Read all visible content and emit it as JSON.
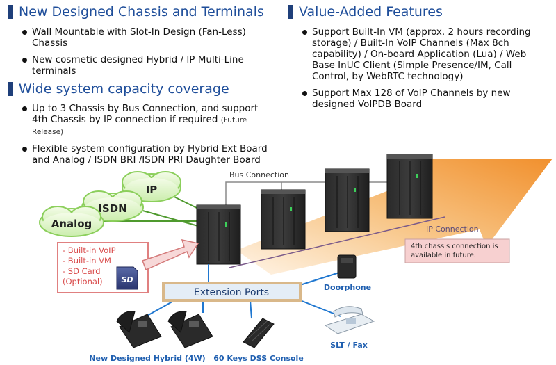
{
  "left_section": {
    "heading1": "New Designed Chassis and Terminals",
    "bullets1": [
      "Wall Mountable with Slot-In Design (Fan-Less) Chassis",
      "New cosmetic designed Hybrid / IP Multi-Line terminals"
    ],
    "heading2": "Wide system capacity coverage",
    "bullet2a": "Up to 3 Chassis by Bus Connection, and support 4th Chassis by IP connection if required",
    "bullet2a_note": "(Future Release)",
    "bullet2b": "Flexible system configuration by Hybrid Ext Board and Analog / ISDN BRI /ISDN PRI Daughter Board"
  },
  "right_section": {
    "heading": "Value-Added Features",
    "bullets": [
      "Support Built-In VM (approx. 2 hours recording storage) / Built-In VoIP Channels (Max 8ch capability) / On-board Application (Lua) / Web Base InUC Client (Simple Presence/IM, Call Control, by WebRTC technology)",
      "Support Max 128 of VoIP Channels by new designed VoIPDB Board"
    ]
  },
  "diagram": {
    "clouds": [
      "IP",
      "ISDN",
      "Analog"
    ],
    "bus_connection": "Bus Connection",
    "ip_connection": "IP Connection",
    "future_note_line1": "4th chassis connection is",
    "future_note_line2": "available in future.",
    "builtin_lines": [
      "- Built-in VoIP",
      "- Built-in VM",
      "- SD Card",
      "  (Optional)"
    ],
    "sd_label": "SD",
    "extension_ports": "Extension Ports",
    "devices": {
      "doorphone": "Doorphone",
      "slt_fax": "SLT / Fax",
      "hybrid": "New Designed Hybrid (4W)",
      "dss": "60 Keys DSS Console"
    }
  },
  "colors": {
    "heading": "#1f4e9a",
    "arrow": "#f2a24a",
    "accent_blue": "#1f77d0",
    "note_bg": "#f7d0d0"
  }
}
